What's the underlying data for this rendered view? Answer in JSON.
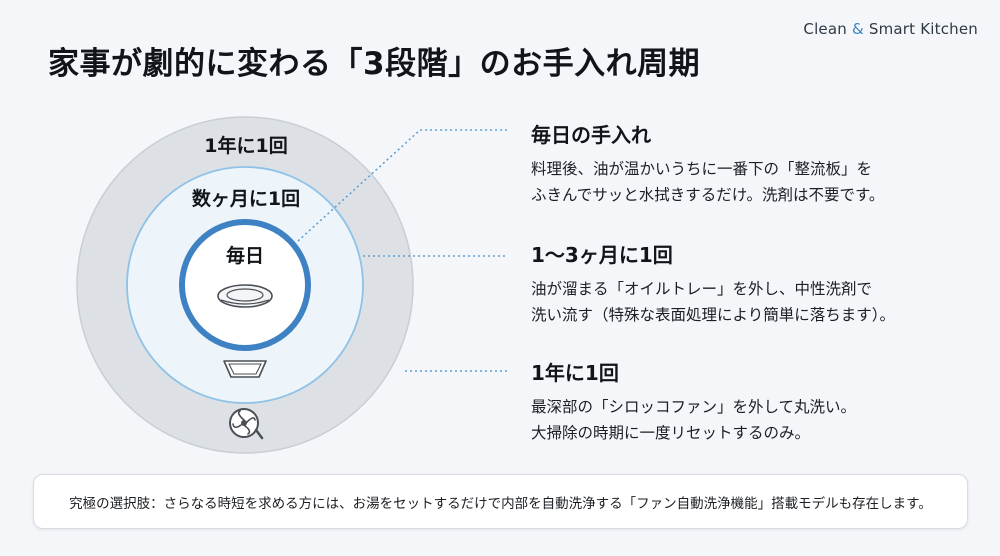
{
  "header": {
    "brand": {
      "word1": "Clean",
      "amp": "&",
      "word2": "Smart Kitchen"
    },
    "title": "家事が劇的に変わる「3段階」のお手入れ周期"
  },
  "diagram": {
    "rings": [
      {
        "label": "1年に1回"
      },
      {
        "label": "数ヶ月に1回"
      },
      {
        "label": "毎日"
      }
    ],
    "icons": [
      "plate-icon",
      "tray-icon",
      "fan-icon"
    ]
  },
  "sections": [
    {
      "title": "毎日の手入れ",
      "lines": [
        "料理後、油が温かいうちに一番下の「整流板」を",
        "ふきんでサッと水拭きするだけ。洗剤は不要です。"
      ]
    },
    {
      "title": "1〜3ヶ月に1回",
      "lines": [
        "油が溜まる「オイルトレー」を外し、中性洗剤で",
        "洗い流す（特殊な表面処理により簡単に落ちます）。"
      ]
    },
    {
      "title": "1年に1回",
      "lines": [
        "最深部の「シロッコファン」を外して丸洗い。",
        "大掃除の時期に一度リセットするのみ。"
      ]
    }
  ],
  "footer": {
    "text": "究極の選択肢：さらなる時短を求める方には、お湯をセットするだけで内部を自動洗浄する「ファン自動洗浄機能」搭載モデルも存在します。"
  },
  "colors": {
    "outer_ring": "#dde1e6",
    "middle_ring": "#eaf4fb",
    "middle_ring_stroke": "#8ec2e6",
    "inner_ring_stroke": "#3f82c4",
    "connector": "#5f9fd2",
    "accent": "#3a87c4"
  }
}
